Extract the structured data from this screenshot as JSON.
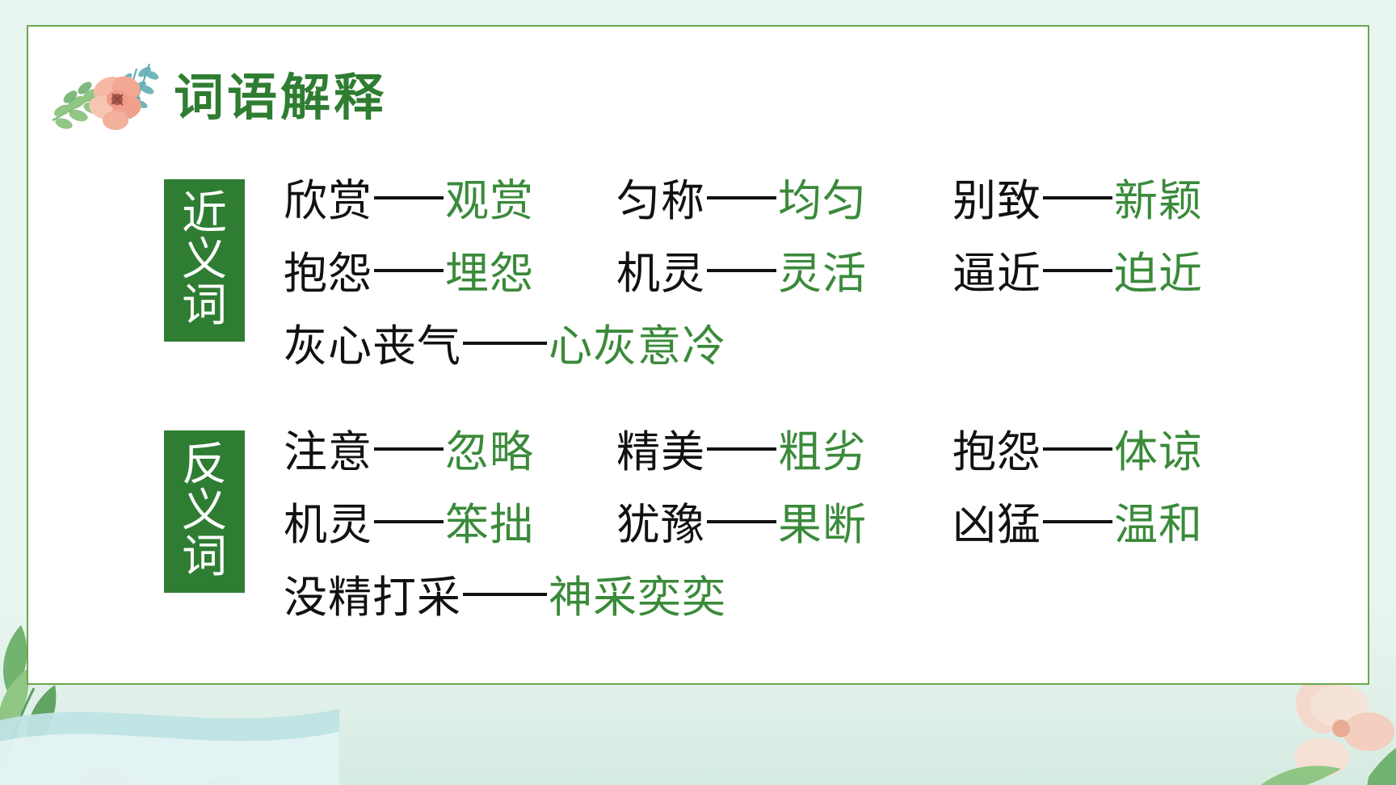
{
  "slide": {
    "title": "词语解释",
    "background_color": "#e9f5ef",
    "card_background": "#ffffff",
    "frame_color": "#6aa84f",
    "accent_green": "#2f7d32",
    "word_green": "#3a8a3a",
    "word_black": "#111111",
    "decoration_icon": "watercolor-flower-icon"
  },
  "sections": [
    {
      "id": "synonyms",
      "tag_chars": [
        "近",
        "义",
        "词"
      ],
      "tag_label": "近义词",
      "rows": [
        [
          {
            "source": "欣赏",
            "target": "观赏",
            "dash": "——"
          },
          {
            "source": "匀称",
            "target": "均匀",
            "dash": "——"
          },
          {
            "source": "别致",
            "target": "新颖",
            "dash": "——"
          }
        ],
        [
          {
            "source": "抱怨",
            "target": "埋怨",
            "dash": "——"
          },
          {
            "source": "机灵",
            "target": "灵活",
            "dash": "——"
          },
          {
            "source": "逼近",
            "target": "迫近",
            "dash": "——"
          }
        ],
        [
          {
            "source": "灰心丧气",
            "target": "心灰意冷",
            "dash": "———"
          }
        ]
      ]
    },
    {
      "id": "antonyms",
      "tag_chars": [
        "反",
        "义",
        "词"
      ],
      "tag_label": "反义词",
      "rows": [
        [
          {
            "source": "注意",
            "target": "忽略",
            "dash": "——"
          },
          {
            "source": "精美",
            "target": "粗劣",
            "dash": "——"
          },
          {
            "source": "抱怨",
            "target": "体谅",
            "dash": "——"
          }
        ],
        [
          {
            "source": "机灵",
            "target": "笨拙",
            "dash": "——"
          },
          {
            "source": "犹豫",
            "target": "果断",
            "dash": "——"
          },
          {
            "source": "凶猛",
            "target": "温和",
            "dash": "——"
          }
        ],
        [
          {
            "source": "没精打采",
            "target": "神采奕奕",
            "dash": "———"
          }
        ]
      ]
    }
  ]
}
